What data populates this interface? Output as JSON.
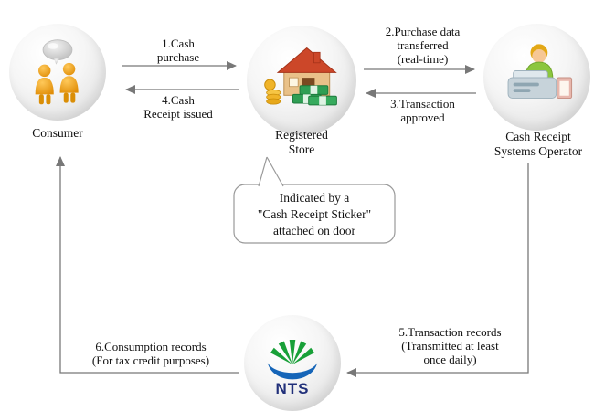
{
  "nodes": {
    "consumer": {
      "label": "Consumer"
    },
    "store": {
      "label": "Registered\nStore"
    },
    "operator": {
      "label": "Cash Receipt\nSystems Operator"
    },
    "nts": {
      "label": "NTS"
    }
  },
  "flows": {
    "cash_purchase": {
      "label": "1.Cash\npurchase"
    },
    "purchase_data": {
      "label": "2.Purchase data\ntransferred\n(real-time)"
    },
    "transaction_approved": {
      "label": "3.Transaction\napproved"
    },
    "cash_receipt_issued": {
      "label": "4.Cash\nReceipt issued"
    },
    "transaction_records": {
      "label": "5.Transaction records\n(Transmitted at least\nonce daily)"
    },
    "consumption_records": {
      "label": "6.Consumption records\n(For tax credit purposes)"
    }
  },
  "callout": {
    "text": "Indicated by a\n\"Cash Receipt Sticker\"\nattached on door"
  },
  "colors": {
    "arrow": "#787878",
    "text": "#111111",
    "figure_orange": "#f2a71b",
    "store_roof_red": "#cc4729",
    "money_green": "#2f9e54",
    "operator_shirt_green": "#8cc63e",
    "nts_green": "#18a038",
    "nts_blue": "#1565b8",
    "nts_text_navy": "#21307a",
    "callout_border": "#999999"
  }
}
